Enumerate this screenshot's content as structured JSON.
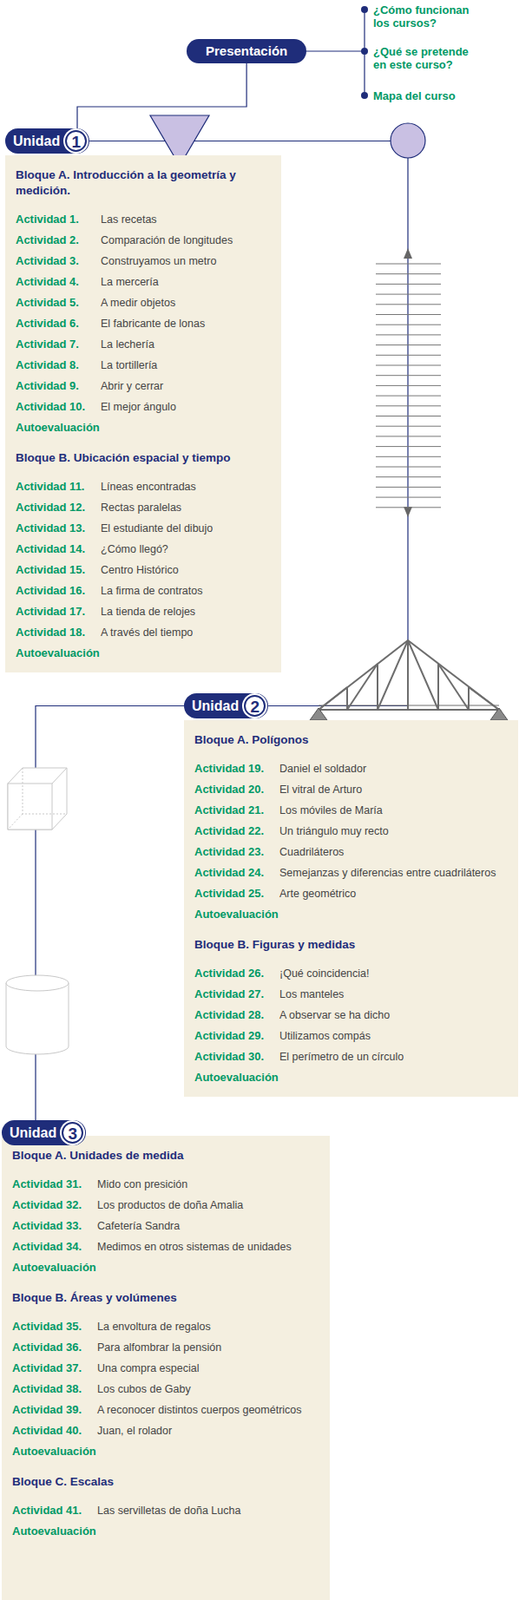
{
  "diagram": {
    "nodes": [
      {
        "text": [
          "Presentación"
        ]
      },
      {
        "text": [
          "Unidad",
          "1"
        ]
      },
      {
        "text": [
          "Bloque A. Introducción a la geometría y medición.",
          "Actividad 1.",
          "Las recetas",
          "Actividad 2.",
          "Comparación de longitudes",
          "Actividad 3.",
          "Construyamos un metro",
          "Actividad 4.",
          "La mercería",
          "Actividad 5.",
          "A medir objetos",
          "Actividad 6.",
          "El fabricante de lonas",
          "Actividad 7.",
          "La lechería",
          "Actividad 8.",
          "La tortillería",
          "Actividad 9.",
          "Abrir y cerrar",
          "Actividad 10.",
          "El mejor ángulo",
          "Autoevaluación",
          "Bloque B. Ubicación espacial y tiempo",
          "Actividad 11.",
          "Líneas encontradas",
          "Actividad 12.",
          "Rectas paralelas",
          "Actividad 13.",
          "El estudiante del dibujo",
          "Actividad 14.",
          "¿Cómo llegó?",
          "Actividad 15.",
          "Centro Histórico",
          "Actividad 16.",
          "La firma de contratos",
          "Actividad 17.",
          "La tienda de relojes",
          "Actividad 18.",
          "A través del tiempo",
          "Autoevaluación"
        ]
      },
      {
        "text": [
          "Unidad",
          "2"
        ]
      },
      {
        "text": [
          "Bloque A. Polígonos",
          "Actividad 19.",
          "Daniel el soldador",
          "Actividad 20.",
          "El vitral de Arturo",
          "Actividad 21.",
          "Los móviles de María",
          "Actividad 22.",
          "Un triángulo muy recto",
          "Actividad 23.",
          "Cuadriláteros",
          "Actividad 24.",
          "Semejanzas y diferencias entre cuadriláteros",
          "Actividad 25.",
          "Arte geométrico",
          "Autoevaluación",
          "Bloque B. Figuras y medidas",
          "Actividad 26.",
          "¡Qué coincidencia!",
          "Actividad 27.",
          "Los manteles",
          "Actividad 28.",
          "A observar se ha dicho",
          "Actividad 29.",
          "Utilizamos compás",
          "Actividad 30.",
          "El perímetro de un círculo",
          "Autoevaluación"
        ]
      },
      {
        "text": [
          "Unidad",
          "3"
        ]
      },
      {
        "text": [
          "Bloque A. Unidades de medida",
          "Actividad 31.",
          "Mido con presición",
          "Actividad 32.",
          "Los productos de doña Amalia",
          "Actividad 33.",
          "Cafetería Sandra",
          "Actividad 34.",
          "Medimos en otros sistemas de unidades",
          "Autoevaluación",
          "Bloque B. Áreas y volúmenes",
          "Actividad 35.",
          "La envoltura de regalos",
          "Actividad 36.",
          "Para alfombrar la pensión",
          "Actividad 37.",
          "Una compra especial",
          "Actividad 38.",
          "Los cubos de Gaby",
          "Actividad 39.",
          "A reconocer distintos cuerpos geométricos",
          "Actividad 40.",
          "Juan, el rolador",
          "Autoevaluación",
          "Bloque C. Escalas",
          "Actividad 41.",
          "Las servilletas de doña Lucha",
          "Autoevaluación"
        ]
      }
    ],
    "edges": [
      {
        "from": 0,
        "to": 1,
        "arrow": "none"
      },
      {
        "from": 1,
        "to": 3,
        "arrow": "none"
      },
      {
        "from": 3,
        "to": 5,
        "arrow": "none"
      }
    ],
    "labels": [
      "¿Cómo funcionan los cursos?",
      "¿Qué se pretende en este curso?",
      "Mapa del curso"
    ]
  }
}
